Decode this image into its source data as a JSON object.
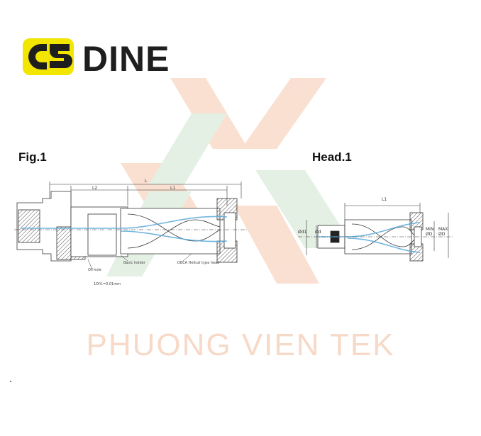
{
  "brand": {
    "name": "DINE",
    "colors": {
      "logo_yellow": "#f2e600",
      "logo_dark": "#1e1e1e"
    }
  },
  "watermark": {
    "text": "PHUONG VIEN TEK",
    "colors": {
      "text": "#f7d9c8",
      "orange": "#f6c7ad",
      "green": "#cfe5cf"
    }
  },
  "fig1": {
    "label": "Fig.1",
    "dims": {
      "l2": "L2",
      "l1": "L1",
      "l": "L"
    },
    "callouts": {
      "oil_hole": "Oil hole",
      "basic_holder": "Basic holder",
      "head": "DBCA Helical type head",
      "scale": "1DIV.=0.01mm"
    }
  },
  "head1": {
    "label": "Head.1",
    "dims": {
      "l1": "L1",
      "od1": "Ød1",
      "od": "Ød",
      "min_od": "MIN\nØD",
      "max_od": "MAX\nØD"
    }
  },
  "colors": {
    "line": "#333333",
    "coolant": "#5aa9d9",
    "hatch": "#555555"
  }
}
